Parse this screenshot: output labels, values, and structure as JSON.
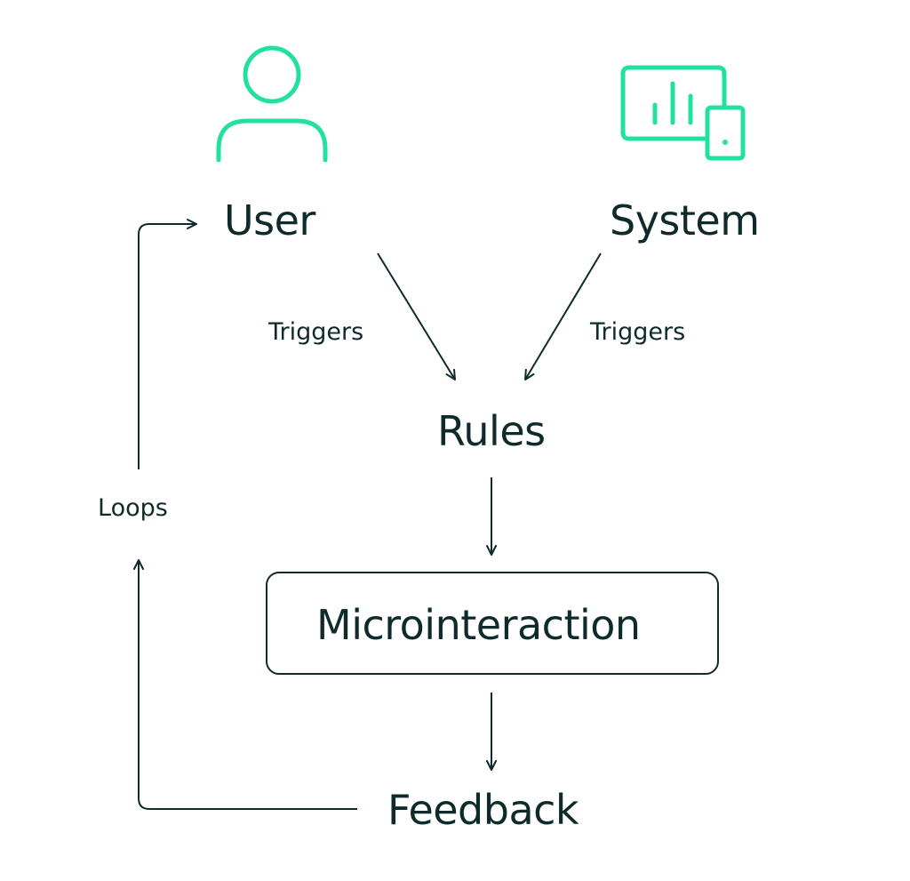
{
  "colors": {
    "icon_accent": "#22e0a0",
    "ink": "#0f2a2a",
    "background": "#ffffff"
  },
  "icons": {
    "user": "person-outline-icon",
    "system": "dashboard-devices-icon"
  },
  "nodes": {
    "user": "User",
    "system": "System",
    "rules": "Rules",
    "microinteraction": "Microinteraction",
    "feedback": "Feedback"
  },
  "edges": {
    "user_to_rules": "Triggers",
    "system_to_rules": "Triggers",
    "feedback_to_user": "Loops"
  }
}
